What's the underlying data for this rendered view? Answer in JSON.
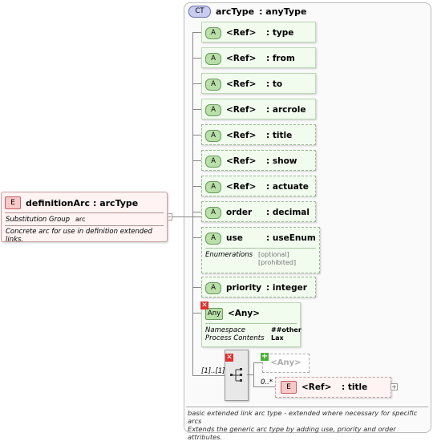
{
  "element": {
    "badge": "E",
    "name": "definitionArc",
    "type": ": arcType",
    "subst_label": "Substitution Group",
    "subst_value": "arc",
    "doc": "Concrete arc for use in definition extended links."
  },
  "complex_type": {
    "badge": "CT",
    "name": "arcType",
    "base": ": anyType"
  },
  "attributes": [
    {
      "badge": "A",
      "name": "<Ref>",
      "type": ": type"
    },
    {
      "badge": "A",
      "name": "<Ref>",
      "type": ": from"
    },
    {
      "badge": "A",
      "name": "<Ref>",
      "type": ": to"
    },
    {
      "badge": "A",
      "name": "<Ref>",
      "type": ": arcrole"
    },
    {
      "badge": "A",
      "name": "<Ref>",
      "type": ": title"
    },
    {
      "badge": "A",
      "name": "<Ref>",
      "type": ": show"
    },
    {
      "badge": "A",
      "name": "<Ref>",
      "type": ": actuate"
    },
    {
      "badge": "A",
      "name": "order",
      "type": ": decimal"
    },
    {
      "badge": "A",
      "name": "use",
      "type": ": useEnum"
    },
    {
      "badge": "A",
      "name": "priority",
      "type": ": integer"
    }
  ],
  "use_enum": {
    "label": "Enumerations",
    "values": [
      "[optional]",
      "[prohibited]"
    ]
  },
  "any_attr": {
    "badge": "Any",
    "name": "<Any>",
    "ns_label": "Namespace",
    "ns_value": "##other",
    "pc_label": "Process Contents",
    "pc_value": "Lax"
  },
  "sequence": {
    "occurs": "[1]..[1]",
    "any_elem": "<Any>",
    "ref_occurs": "0..*",
    "ref_badge": "E",
    "ref_name": "<Ref>",
    "ref_type": ": title"
  },
  "doc": {
    "line1": "basic extended link arc type - extended where necessary for specific arcs",
    "line2": "Extends the generic arc type by adding use, priority and order attributes."
  }
}
